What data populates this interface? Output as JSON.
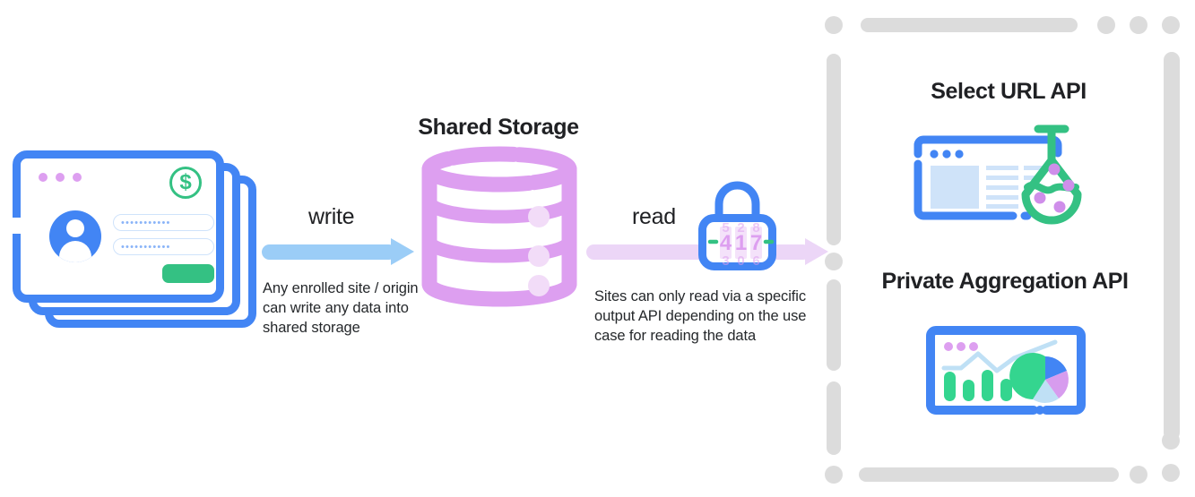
{
  "diagram": {
    "title_center": "Shared Storage",
    "left": {
      "card_dots": [
        "dot",
        "dot",
        "dot"
      ],
      "badge_icon": "dollar-sign-icon",
      "username_value": "•••••••••••",
      "password_value": "•••••••••••",
      "submit_label": ""
    },
    "write_flow": {
      "label": "write",
      "caption": "Any enrolled site / origin can write any data into shared storage",
      "arrow_color": "#9bcdf7"
    },
    "read_flow": {
      "label": "read",
      "caption": "Sites can only read via a specific output API depending on the use case for reading the data",
      "arrow_color": "#ecd6f7",
      "lock_code": "417"
    },
    "storage": {
      "label": "Shared Storage",
      "color": "#dd9ff0",
      "rings": 3
    },
    "outputs": [
      {
        "title": "Select URL API",
        "icon": "browser-flask-icon"
      },
      {
        "title": "Private Aggregation API",
        "icon": "browser-charts-icon"
      }
    ],
    "colors": {
      "blue": "#4285f4",
      "light_blue": "#9bcdf7",
      "green": "#34c183",
      "purple": "#dd9ff0",
      "light_purple": "#ecd6f7",
      "gray_border": "#dcdcdc",
      "text": "#202124"
    }
  }
}
